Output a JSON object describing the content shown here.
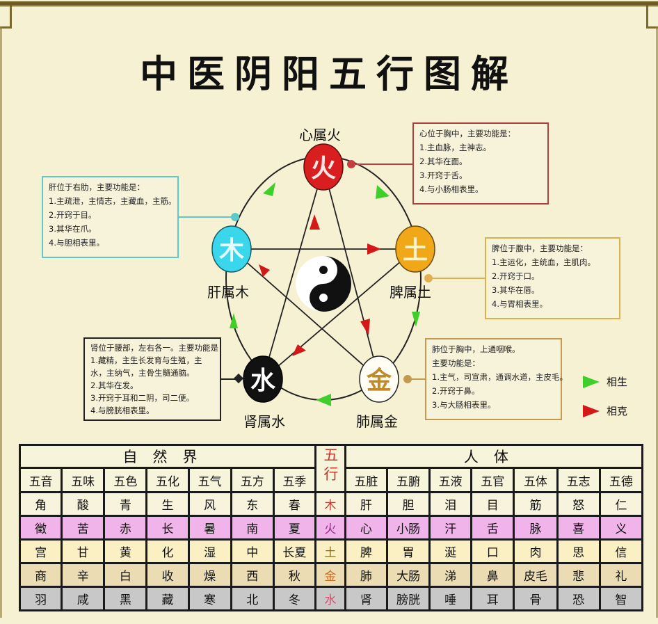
{
  "title": "中医阴阳五行图解",
  "diagram": {
    "elements": [
      {
        "key": "fire",
        "glyph": "火",
        "label": "心属火",
        "color": "#d81e1e",
        "glyph_color": "#ffe6e6"
      },
      {
        "key": "earth",
        "glyph": "土",
        "label": "脾属土",
        "color": "#f0a818",
        "glyph_color": "#fff4d0"
      },
      {
        "key": "metal",
        "glyph": "金",
        "label": "肺属金",
        "color": "#ffffff",
        "glyph_color": "#c08a2a"
      },
      {
        "key": "water",
        "glyph": "水",
        "label": "肾属水",
        "color": "#111111",
        "glyph_color": "#ffffff"
      },
      {
        "key": "wood",
        "glyph": "木",
        "label": "肝属木",
        "color": "#3ad6ec",
        "glyph_color": "#e8fbff"
      }
    ],
    "center_symbol": "yin-yang",
    "generating_arrow_color": "#3fcf2c",
    "restraining_arrow_color": "#d41818"
  },
  "infoboxes": {
    "heart": {
      "heading": "心位于胸中，主要功能是：",
      "items": [
        "1.主血脉，主神志。",
        "2.其华在面。",
        "3.开窍于舌。",
        "4.与小肠相表里。"
      ],
      "border_color": "#b04040"
    },
    "liver": {
      "heading": "肝位于右肋，主要功能是：",
      "items": [
        "1.主疏泄，主情志，主藏血，主筋。",
        "2.开窍于目。",
        "3.其华在爪。",
        "4.与胆相表里。"
      ],
      "border_color": "#5fc8c8"
    },
    "spleen": {
      "heading": "脾位于腹中，主要功能是：",
      "items": [
        "1.主运化，主统血，主肌肉。",
        "2.开窍于口。",
        "3.其华在唇。",
        "4.与胃相表里。"
      ],
      "border_color": "#d8b050"
    },
    "kidney": {
      "heading": "肾位于腰部，左右各一。主要功能是：",
      "items": [
        "1.藏精，主生长发育与生殖，主",
        "水，主纳气，主骨生髓通脑。",
        "2.其华在发。",
        "3.开窍于耳和二阴，司二便。",
        "4.与膀胱相表里。"
      ],
      "border_color": "#222222"
    },
    "lung": {
      "heading": "肺位于胸中，上通咽喉。",
      "items": [
        "主要功能是：",
        "1.主气，司宣肃，通调水道，主皮毛。",
        "2.开窍于鼻。",
        "3.与大肠相表里。"
      ],
      "border_color": "#c49a50"
    }
  },
  "legend": {
    "generating": {
      "label": "相生",
      "color": "#3fcf2c"
    },
    "restraining": {
      "label": "相克",
      "color": "#d41818"
    }
  },
  "table": {
    "nature_group": "自然界",
    "wuxing_header": "五行",
    "body_group": "人体",
    "nature_headers": [
      "五音",
      "五味",
      "五色",
      "五化",
      "五气",
      "五方",
      "五季"
    ],
    "body_headers": [
      "五脏",
      "五腑",
      "五液",
      "五官",
      "五体",
      "五志",
      "五德"
    ],
    "rows": [
      {
        "element": "木",
        "nature": [
          "角",
          "酸",
          "青",
          "生",
          "风",
          "东",
          "春"
        ],
        "body": [
          "肝",
          "胆",
          "泪",
          "目",
          "筋",
          "怒",
          "仁"
        ],
        "bg": "#f7f3dc",
        "element_color": "#c0392b"
      },
      {
        "element": "火",
        "nature": [
          "徵",
          "苦",
          "赤",
          "长",
          "暑",
          "南",
          "夏"
        ],
        "body": [
          "心",
          "小肠",
          "汗",
          "舌",
          "脉",
          "喜",
          "义"
        ],
        "bg": "#f0b3ea",
        "element_color": "#9a2a8a"
      },
      {
        "element": "土",
        "nature": [
          "宫",
          "甘",
          "黄",
          "化",
          "湿",
          "中",
          "长夏"
        ],
        "body": [
          "脾",
          "胃",
          "涎",
          "口",
          "肉",
          "思",
          "信"
        ],
        "bg": "#fbf0c4",
        "element_color": "#8a6a10"
      },
      {
        "element": "金",
        "nature": [
          "商",
          "辛",
          "白",
          "收",
          "燥",
          "西",
          "秋"
        ],
        "body": [
          "肺",
          "大肠",
          "涕",
          "鼻",
          "皮毛",
          "悲",
          "礼"
        ],
        "bg": "#ebdcb3",
        "element_color": "#d2691e"
      },
      {
        "element": "水",
        "nature": [
          "羽",
          "咸",
          "黑",
          "藏",
          "寒",
          "北",
          "冬"
        ],
        "body": [
          "肾",
          "膀胱",
          "唾",
          "耳",
          "骨",
          "恐",
          "智"
        ],
        "bg": "#c8c8c8",
        "element_color": "#d0506a"
      }
    ]
  }
}
